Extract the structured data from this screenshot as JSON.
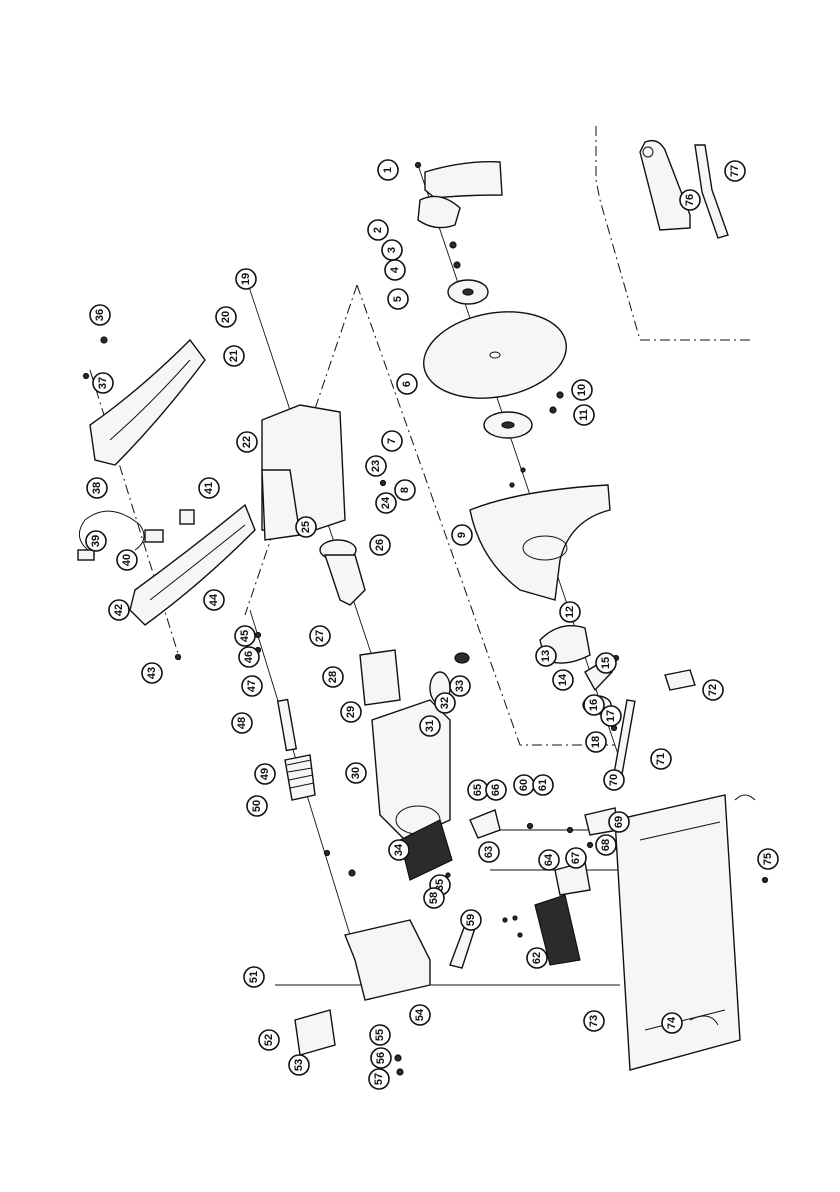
{
  "labels": [
    "1",
    "2",
    "3",
    "4",
    "5",
    "6",
    "7",
    "8",
    "9",
    "10",
    "11",
    "12",
    "13",
    "14",
    "15",
    "16",
    "17",
    "18",
    "19",
    "20",
    "21",
    "22",
    "23",
    "24",
    "25",
    "26",
    "27",
    "28",
    "29",
    "30",
    "31",
    "32",
    "33",
    "34",
    "35",
    "36",
    "37",
    "38",
    "39",
    "40",
    "41",
    "42",
    "43",
    "44",
    "45",
    "46",
    "47",
    "48",
    "49",
    "50",
    "51",
    "52",
    "53",
    "54",
    "55",
    "56",
    "57",
    "58",
    "59",
    "60",
    "61",
    "62",
    "63",
    "64",
    "65",
    "66",
    "67",
    "68",
    "69",
    "70",
    "71",
    "72",
    "73",
    "74",
    "75",
    "76",
    "77"
  ],
  "colors": {
    "line": "#111111",
    "part_fill": "#f6f6f6",
    "dark_fill": "#2b2b2b",
    "background": "#ffffff"
  }
}
